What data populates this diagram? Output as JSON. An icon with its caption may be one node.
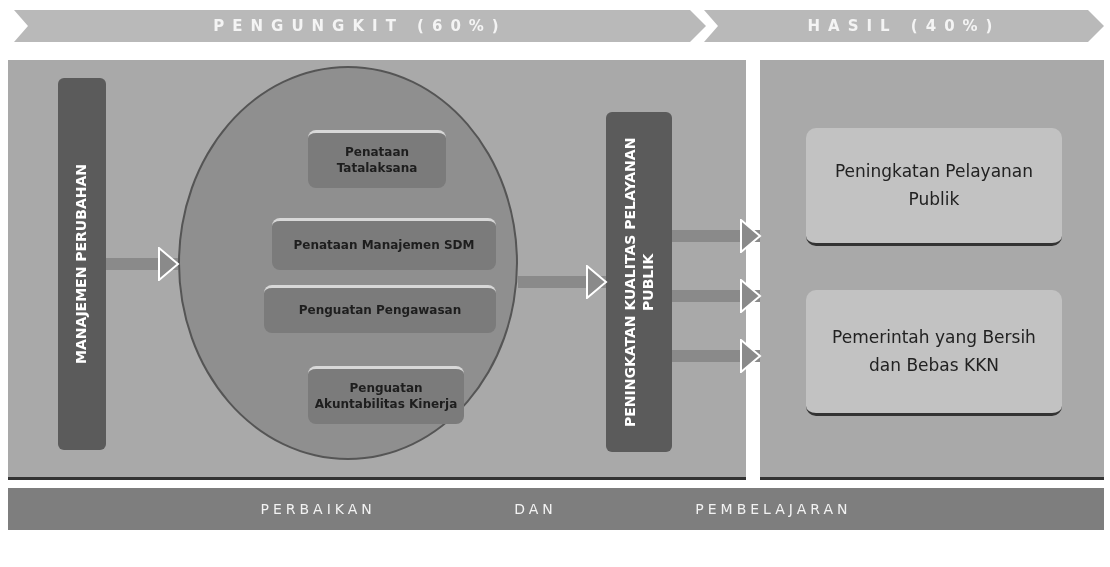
{
  "diagram": {
    "nodes": [
      {
        "text": [
          "PENGUNGKIT (60%)"
        ]
      },
      {
        "text": [
          "HASIL (40%)"
        ]
      },
      {
        "text": [],
        "shape": "box"
      },
      {
        "text": [
          "MANAJEMEN PERUBAHAN"
        ],
        "in": 2
      },
      {
        "text": [],
        "shape": "circle",
        "in": 2
      },
      {
        "text": [
          "Penataan Tatalaksana"
        ],
        "in": 4
      },
      {
        "text": [
          "Penataan Manajemen SDM"
        ],
        "in": 4
      },
      {
        "text": [
          "Penguatan Pengawasan"
        ],
        "in": 4
      },
      {
        "text": [
          "Penguatan Akuntabilitas Kinerja"
        ],
        "in": 4
      },
      {
        "text": [
          "PENINGKATAN KUALITAS PELAYANAN PUBLIK"
        ],
        "in": 2
      },
      {
        "text": [],
        "shape": "box"
      },
      {
        "text": [
          "Peningkatan Pelayanan Publik"
        ],
        "in": 10
      },
      {
        "text": [
          "Pemerintah yang Bersih dan Bebas KKN"
        ],
        "in": 10
      },
      {
        "text": [
          "PERBAIKAN DAN PEMBELAJARAN"
        ]
      }
    ],
    "edges": [
      {
        "from": 3,
        "to": 4,
        "arrow": "to"
      },
      {
        "from": 4,
        "to": 9,
        "arrow": "to"
      },
      {
        "from": 9,
        "to": 10,
        "arrow": "to"
      },
      {
        "from": 9,
        "to": 10,
        "arrow": "to"
      },
      {
        "from": 9,
        "to": 10,
        "arrow": "to"
      }
    ]
  }
}
